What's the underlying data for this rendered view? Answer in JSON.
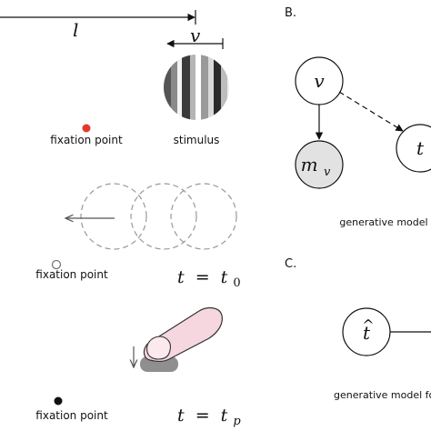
{
  "panel_left": {
    "distance_symbol": "l",
    "velocity_symbol": "v",
    "row1": {
      "fixation_label": "fixation point",
      "stimulus_label": "stimulus",
      "fixation_color": "#e03a2f"
    },
    "row2": {
      "fixation_label": "fixation point",
      "time_eq_lhs": "t",
      "time_eq_op": "=",
      "time_eq_base": "t",
      "time_eq_sub": "0"
    },
    "row3": {
      "fixation_label": "fixation point",
      "time_eq_lhs": "t",
      "time_eq_op": "=",
      "time_eq_base": "t",
      "time_eq_sub": "p",
      "finger_color": "#f6d6df",
      "button_color": "#8f8f8f"
    }
  },
  "panel_b": {
    "label": "B.",
    "node_v": "v",
    "node_mv_base": "m",
    "node_mv_sub": "v",
    "node_t": "t",
    "observed_fill": "#e2e2e2",
    "caption": "generative model"
  },
  "panel_c": {
    "label": "C.",
    "node_that": "t",
    "node_that_hat": "^",
    "caption": "generative model for"
  }
}
